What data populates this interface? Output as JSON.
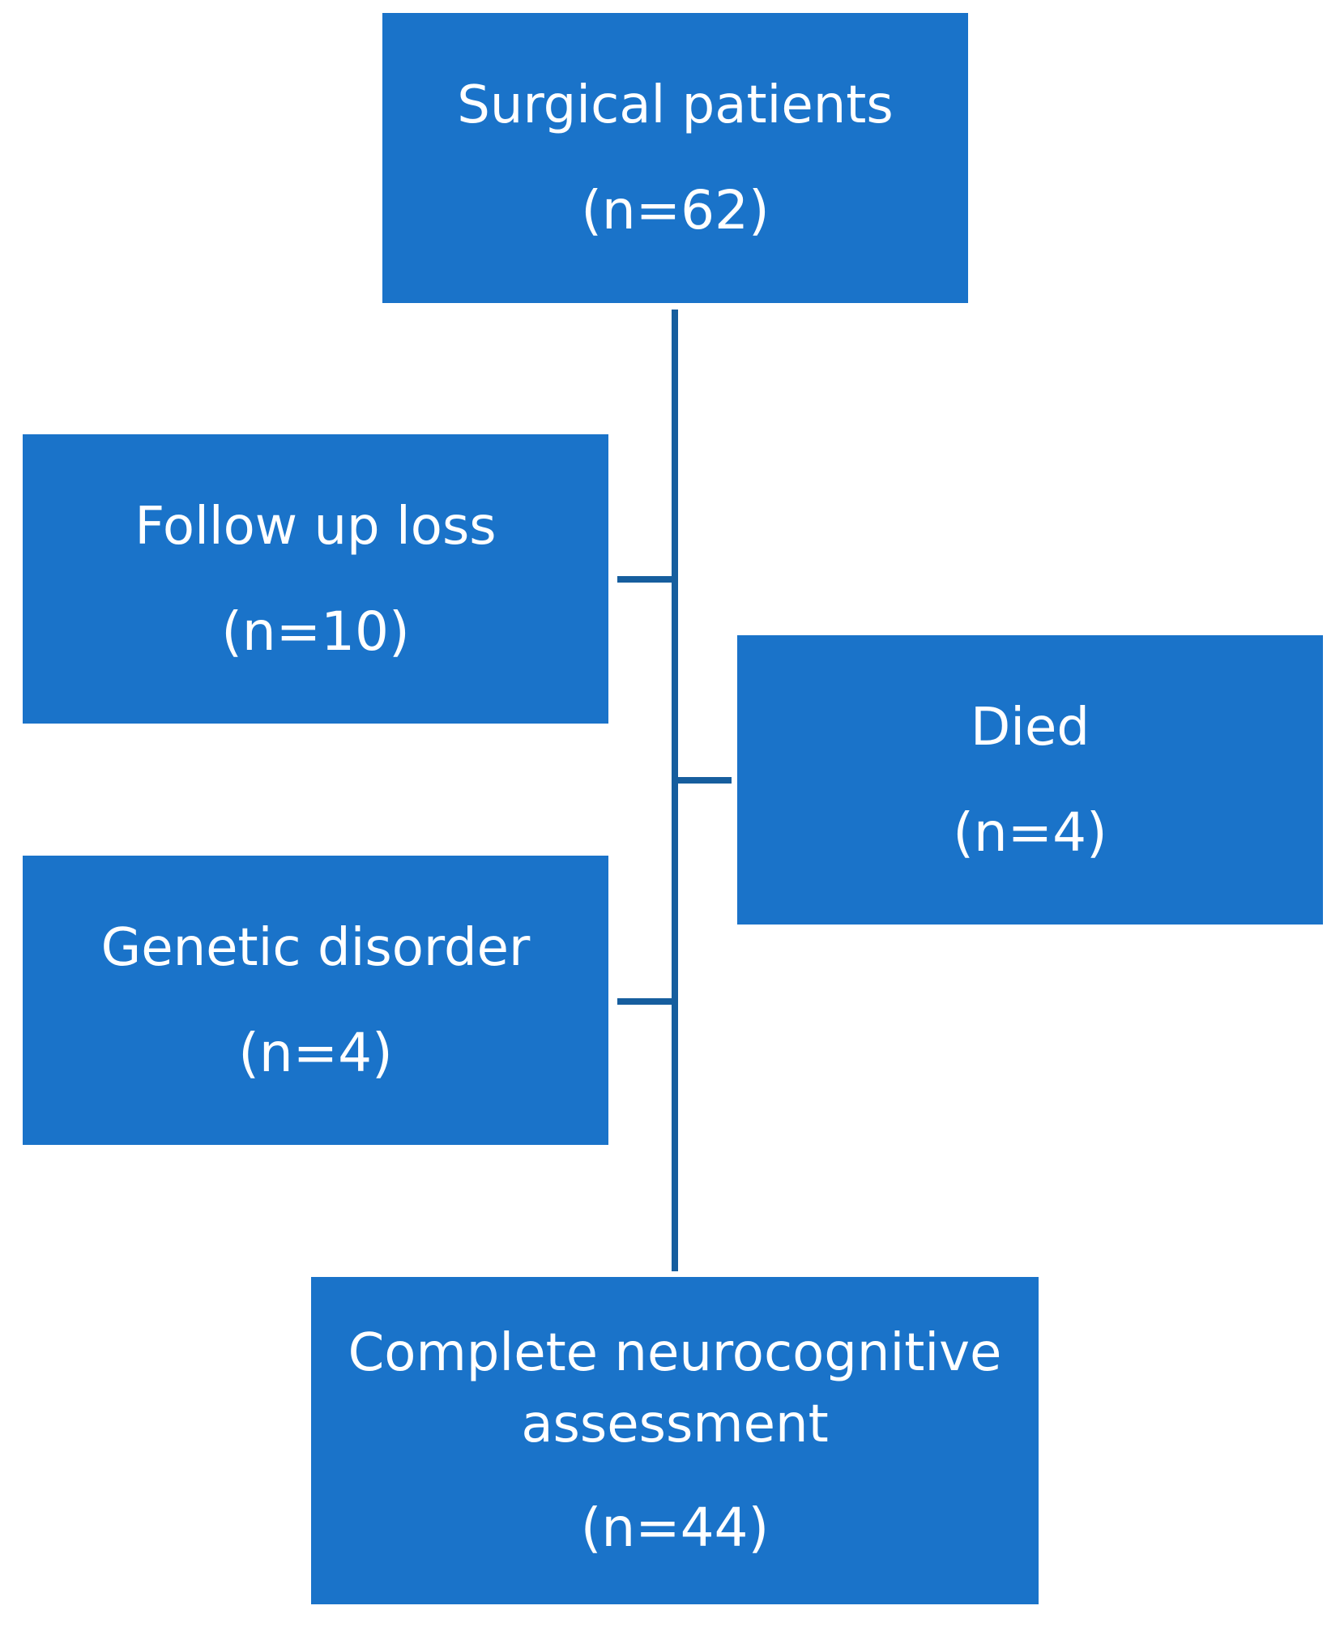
{
  "colors": {
    "box_fill": "#1a73c9",
    "connector": "#165e9e",
    "text": "#ffffff"
  },
  "nodes": {
    "surgical": {
      "label": "Surgical patients",
      "count": "(n=62)"
    },
    "followup": {
      "label": "Follow up loss",
      "count": "(n=10)"
    },
    "died": {
      "label": "Died",
      "count": "(n=4)"
    },
    "genetic": {
      "label": "Genetic disorder",
      "count": "(n=4)"
    },
    "complete": {
      "label_line1": "Complete neurocognitive",
      "label_line2": "assessment",
      "count": "(n=44)"
    }
  }
}
